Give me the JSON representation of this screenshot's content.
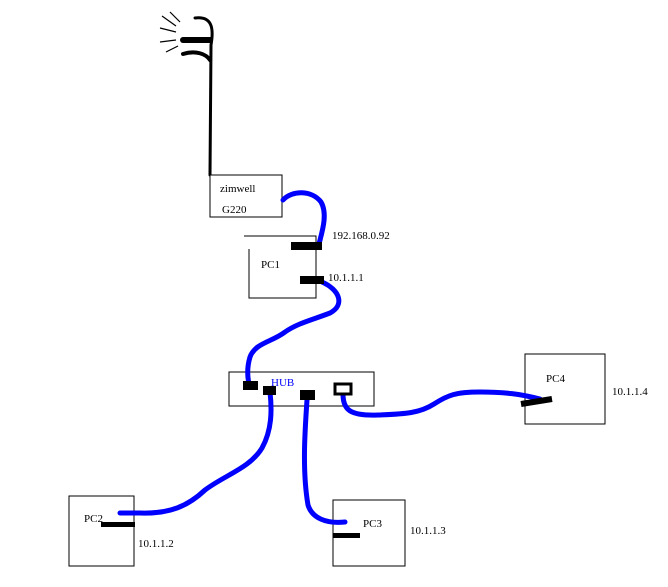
{
  "colors": {
    "cable": "#0000ff",
    "antenna": "#000000",
    "box_border": "#000000",
    "port": "#000000",
    "hub_label": "#0000ff"
  },
  "modem": {
    "line1": "zimwell",
    "line2": "G220"
  },
  "pc1": {
    "label": "PC1",
    "wan_ip": "192.168.0.92",
    "lan_ip": "10.1.1.1"
  },
  "hub": {
    "label": "HUB"
  },
  "pc2": {
    "label": "PC2",
    "ip": "10.1.1.2"
  },
  "pc3": {
    "label": "PC3",
    "ip": "10.1.1.3"
  },
  "pc4": {
    "label": "PC4",
    "ip": "10.1.1.4"
  }
}
